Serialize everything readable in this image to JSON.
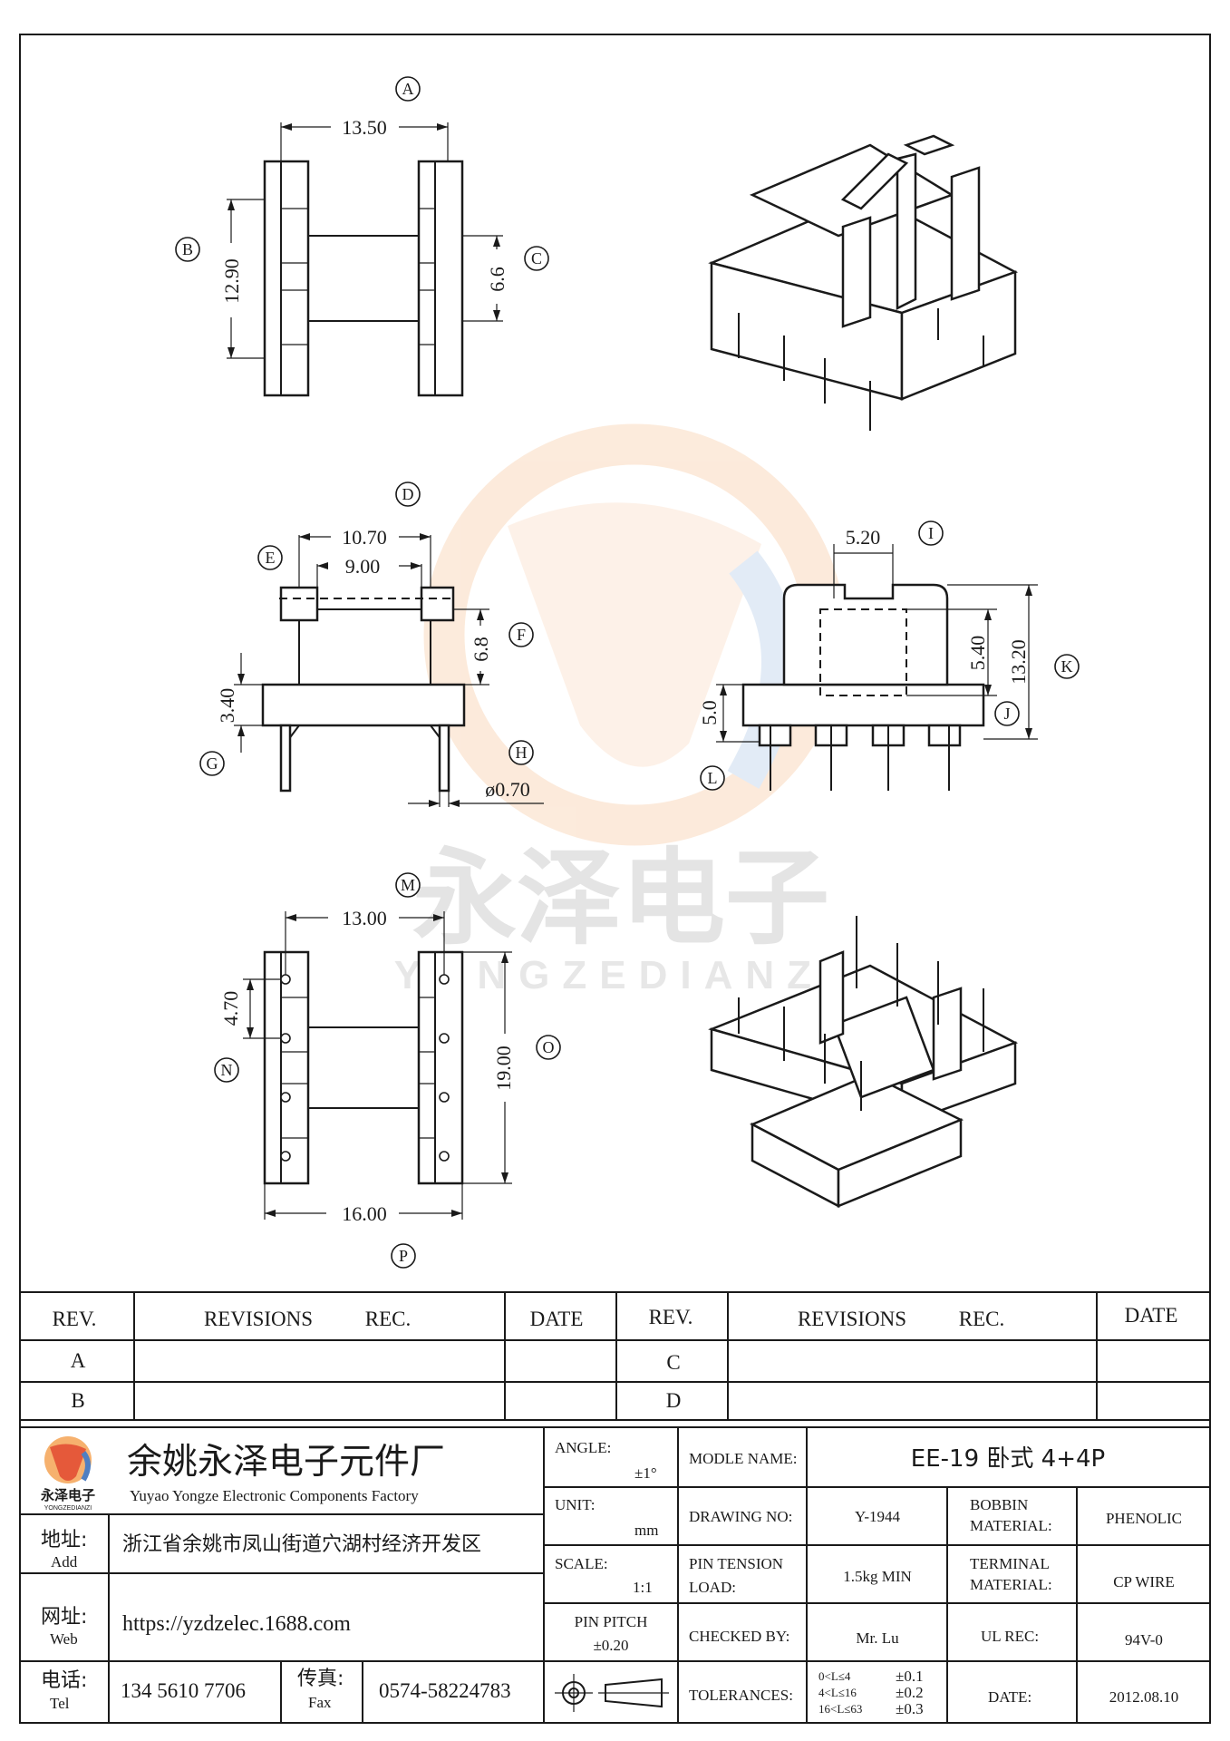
{
  "watermark": {
    "cn": "永泽电子",
    "en": "YONGZEDIANZI"
  },
  "dimensions": {
    "top": {
      "a": "13.50",
      "b": "12.90",
      "c": "6.6"
    },
    "middle": {
      "d": "10.70",
      "e": "9.00",
      "f": "6.8",
      "g": "3.40",
      "h": "ø0.70"
    },
    "right": {
      "i": "5.20",
      "j_k_inner": "5.40",
      "k": "13.20",
      "l": "5.0"
    },
    "bottom": {
      "m": "13.00",
      "n": "4.70",
      "o": "19.00",
      "p": "16.00"
    }
  },
  "callouts": [
    "A",
    "B",
    "C",
    "D",
    "E",
    "F",
    "G",
    "H",
    "I",
    "J",
    "K",
    "L",
    "M",
    "N",
    "O",
    "P"
  ],
  "revisions": {
    "headers": [
      "REV.",
      "REVISIONS",
      "REC.",
      "DATE",
      "REV.",
      "REVISIONS",
      "REC.",
      "DATE"
    ],
    "rows_left": [
      "A",
      "B"
    ],
    "rows_right": [
      "C",
      "D"
    ]
  },
  "company": {
    "logo_text": "永泽电子",
    "logo_sub": "YONGZEDIANZI",
    "name_cn": "余姚永泽电子元件厂",
    "name_en": "Yuyao Yongze Electronic Components Factory",
    "address_label_cn": "地址:",
    "address_label_en": "Add",
    "address": "浙江省余姚市凤山街道穴湖村经济开发区",
    "web_label_cn": "网址:",
    "web_label_en": "Web",
    "web": "https://yzdzelec.1688.com",
    "tel_label_cn": "电话:",
    "tel_label_en": "Tel",
    "tel": "134 5610 7706",
    "fax_label_cn": "传真:",
    "fax_label_en": "Fax",
    "fax": "0574-58224783"
  },
  "spec": {
    "angle_label": "ANGLE:",
    "angle": "±1°",
    "unit_label": "UNIT:",
    "unit": "mm",
    "scale_label": "SCALE:",
    "scale": "1:1",
    "pin_pitch_label": "PIN PITCH",
    "pin_pitch": "±0.20",
    "model_label": "MODLE NAME:",
    "model": "EE-19 卧式 4+4P",
    "drawing_label": "DRAWING NO:",
    "drawing": "Y-1944",
    "bobbin_label_1": "BOBBIN",
    "bobbin_label_2": "MATERIAL:",
    "bobbin": "PHENOLIC",
    "tension_label_1": "PIN TENSION",
    "tension_label_2": "LOAD:",
    "tension": "1.5kg MIN",
    "terminal_label_1": "TERMINAL",
    "terminal_label_2": "MATERIAL:",
    "terminal": "CP WIRE",
    "checked_label": "CHECKED BY:",
    "checked": "Mr. Lu",
    "ul_label": "UL REC:",
    "ul": "94V-0",
    "tolerances_label": "TOLERANCES:",
    "tol_ranges": [
      "0<L≤4",
      "4<L≤16",
      "16<L≤63"
    ],
    "tol_values": [
      "±0.1",
      "±0.2",
      "±0.3"
    ],
    "date_label": "DATE:",
    "date": "2012.08.10"
  }
}
